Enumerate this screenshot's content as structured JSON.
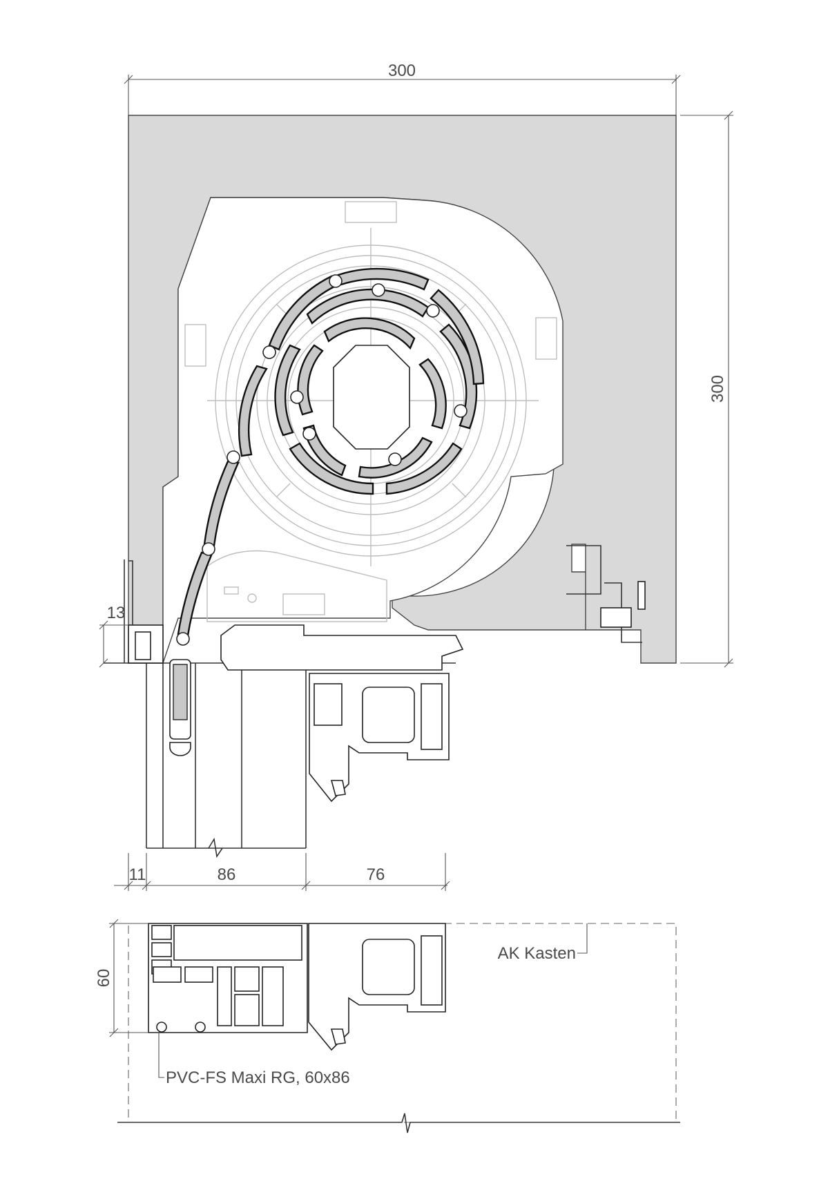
{
  "drawing": {
    "dimensions": {
      "top_width": "300",
      "right_height": "300",
      "left_offset": "13",
      "bottom_a": "11",
      "bottom_b": "86",
      "bottom_c": "76",
      "section_height": "60"
    },
    "labels": {
      "kasten": "AK Kasten",
      "profile": "PVC-FS Maxi RG, 60x86"
    },
    "colors": {
      "box_fill": "#d9d9d9",
      "slat_fill": "#c8c8c8",
      "line": "#333333"
    }
  }
}
